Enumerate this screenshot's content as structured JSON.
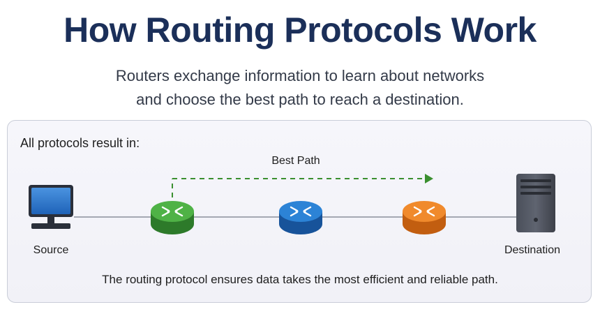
{
  "header": {
    "title": "How Routing Protocols Work",
    "subtitle_lines": [
      "Routers exchange information to learn about networks",
      "and choose the best path to reach a destination."
    ]
  },
  "panel": {
    "heading": "All protocols result in:",
    "best_path_label": "Best Path",
    "footer": "The routing protocol ensures data takes the most efficient and reliable path."
  },
  "nodes": [
    {
      "id": "source",
      "label": "Source",
      "icon": "desktop-monitor-icon"
    },
    {
      "id": "router-1",
      "label": "",
      "icon": "router-icon",
      "color": "#3f9c3a"
    },
    {
      "id": "router-2",
      "label": "",
      "icon": "router-icon",
      "color": "#1f6fc2"
    },
    {
      "id": "router-3",
      "label": "",
      "icon": "router-icon",
      "color": "#e8781e"
    },
    {
      "id": "destination",
      "label": "Destination",
      "icon": "server-tower-icon"
    }
  ],
  "colors": {
    "title": "#1b2f59",
    "best_path": "#3a8f2f",
    "link_line": "#8a8f9a"
  }
}
